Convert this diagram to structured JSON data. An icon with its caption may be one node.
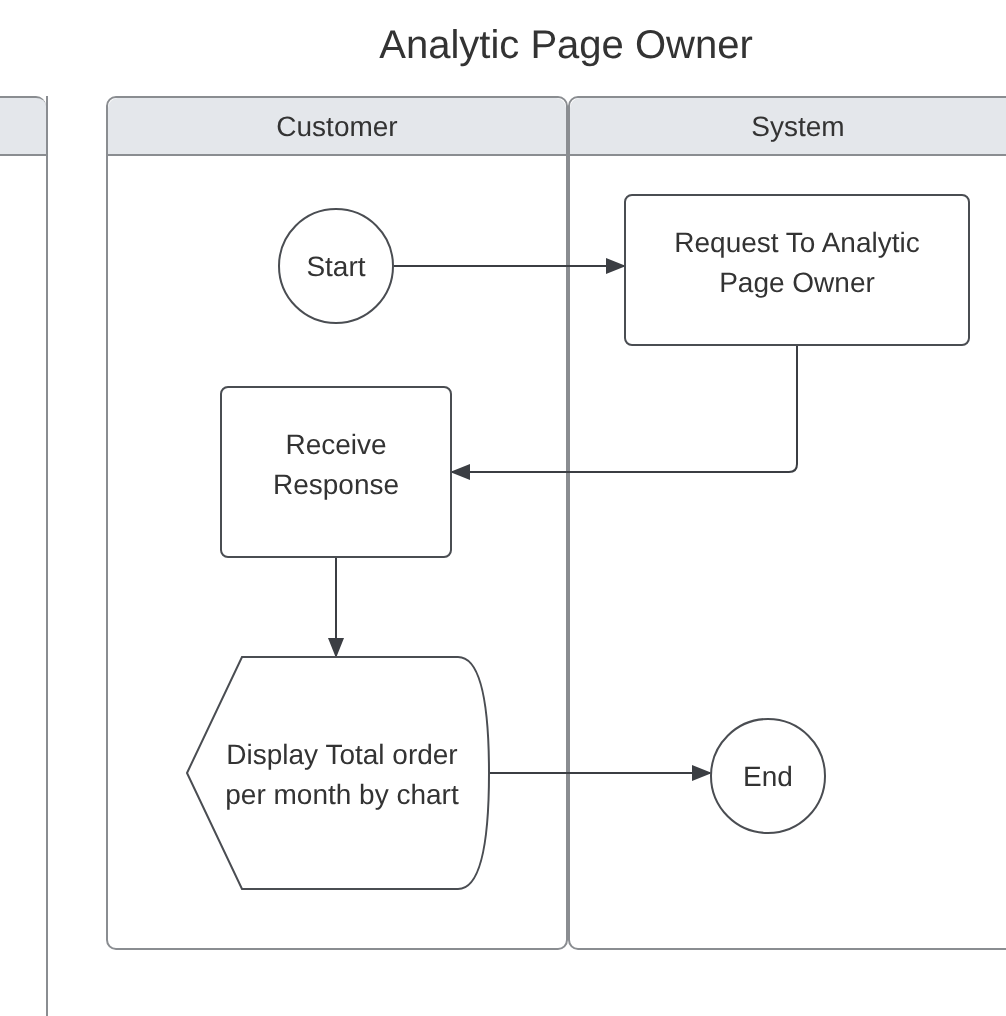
{
  "diagram": {
    "title": "Analytic Page Owner",
    "nodes": [
      {
        "text": [
          "Customer"
        ]
      },
      {
        "text": [
          "System"
        ]
      },
      {
        "text": [
          "Start"
        ],
        "in": 0
      },
      {
        "text": [
          "Request To Analytic Page Owner"
        ],
        "in": 1
      },
      {
        "text": [
          "Receive Response"
        ],
        "in": 0
      },
      {
        "text": [
          "Display Total order per month by chart"
        ],
        "in": 0
      },
      {
        "text": [
          "End"
        ],
        "in": 1
      }
    ],
    "edges": [
      {
        "from": 2,
        "to": 3,
        "arrow": "to"
      },
      {
        "from": 3,
        "to": 4,
        "arrow": "to"
      },
      {
        "from": 4,
        "to": 5,
        "arrow": "to"
      },
      {
        "from": 5,
        "to": 6,
        "arrow": "to"
      }
    ]
  }
}
